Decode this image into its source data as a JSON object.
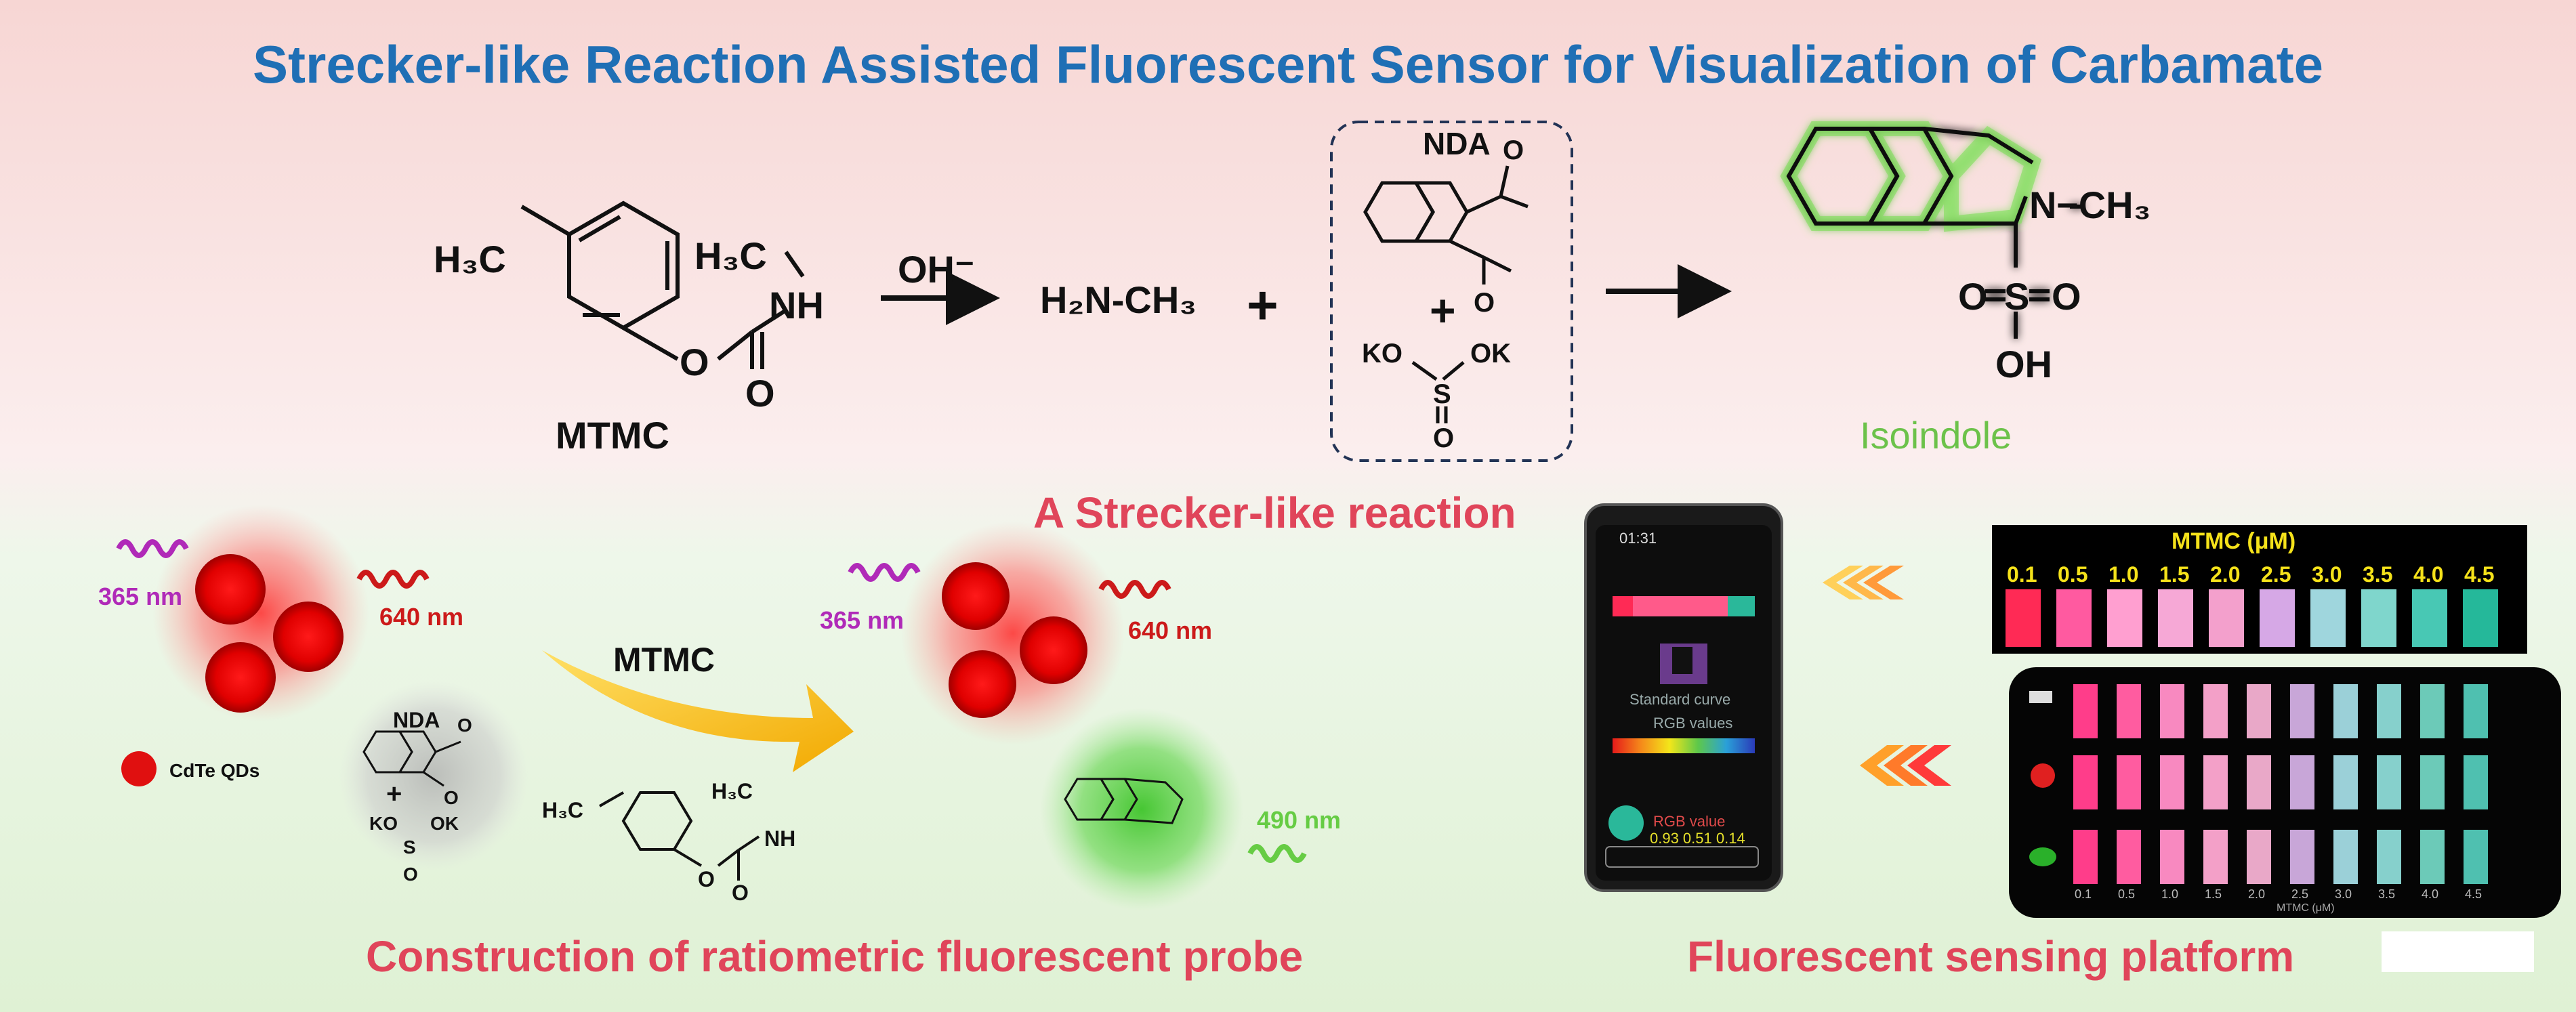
{
  "title": "Strecker-like Reaction Assisted Fluorescent Sensor for Visualization of Carbamate",
  "colors": {
    "title": "#1f6fb5",
    "section_label": "#e0455a",
    "product_label": "#6cc24a",
    "excitation": "#b02ab8",
    "emission_red": "#cc1a1a",
    "emission_green": "#66cc44",
    "background_top": "#f7d6d4",
    "background_bottom": "#dff1d4"
  },
  "reaction": {
    "mtmc_h3c": "H₃C",
    "mtmc_nh_methyl": "H₃C",
    "mtmc_nh": "NH",
    "mtmc_o1": "O",
    "mtmc_o2": "O",
    "mtmc_name": "MTMC",
    "reagent": "OH⁻",
    "methylamine": "H₂N-CH₃",
    "plus": "+",
    "nda_name": "NDA",
    "nda_o1": "O",
    "nda_o2": "O",
    "box_plus": "+",
    "sulfite_ko": "KO",
    "sulfite_ok": "OK",
    "sulfite_s": "S",
    "sulfite_o": "O",
    "product_n": "N",
    "product_ch3": "−CH₃",
    "product_s": "S",
    "product_o_left": "O",
    "product_o_right": "O",
    "product_oh": "OH",
    "product_name": "Isoindole",
    "caption": "A Strecker-like reaction"
  },
  "probe": {
    "excitation_1": "365 nm",
    "emission_1": "640 nm",
    "legend_label": "CdTe QDs",
    "nda_label": "NDA",
    "nda_o1": "O",
    "nda_o2": "O",
    "plus": "+",
    "ko": "KO",
    "ok": "OK",
    "s": "S",
    "o": "O",
    "arrow_label": "MTMC",
    "excitation_2": "365 nm",
    "emission_2": "640 nm",
    "emission_green": "490 nm",
    "mtmc_h3c": "H₃C",
    "mtmc_nh_methyl": "H₃C",
    "mtmc_nh": "NH",
    "mtmc_o1": "O",
    "mtmc_o2": "O",
    "caption": "Construction of ratiometric fluorescent probe"
  },
  "platform": {
    "phone_status_time": "01:31",
    "phone_text_1": "Standard curve",
    "phone_text_2": "RGB values",
    "phone_text_3": "RGB value",
    "phone_text_4": "0.93  0.51  0.14",
    "tube_header": "MTMC (μM)",
    "concentrations": [
      "0.1",
      "0.5",
      "1.0",
      "1.5",
      "2.0",
      "2.5",
      "3.0",
      "3.5",
      "4.0",
      "4.5"
    ],
    "tube_colors": [
      "#ff2a55",
      "#ff5aa0",
      "#ff9fd0",
      "#f6a8d6",
      "#f3a0cc",
      "#d6a8e6",
      "#9fd6dd",
      "#7fd6cc",
      "#48c8b4",
      "#25b89a"
    ],
    "grid_colors": [
      "#ff3d8a",
      "#ff5ca0",
      "#f889c0",
      "#f3a0c8",
      "#e9a8c8",
      "#c8a6d8",
      "#9bd0d8",
      "#86d0cc",
      "#6ccab8",
      "#4fc0b0"
    ],
    "grid_axis_label": "MTMC (μM)",
    "gradient_colors": [
      "#e51a1a",
      "#f58a1a",
      "#f3e61a",
      "#5ec84a",
      "#2aa0d8",
      "#2a3ab8"
    ],
    "sample_icons": [
      "tap-icon",
      "apple-icon",
      "vegetable-icon"
    ],
    "caption": "Fluorescent sensing platform"
  }
}
